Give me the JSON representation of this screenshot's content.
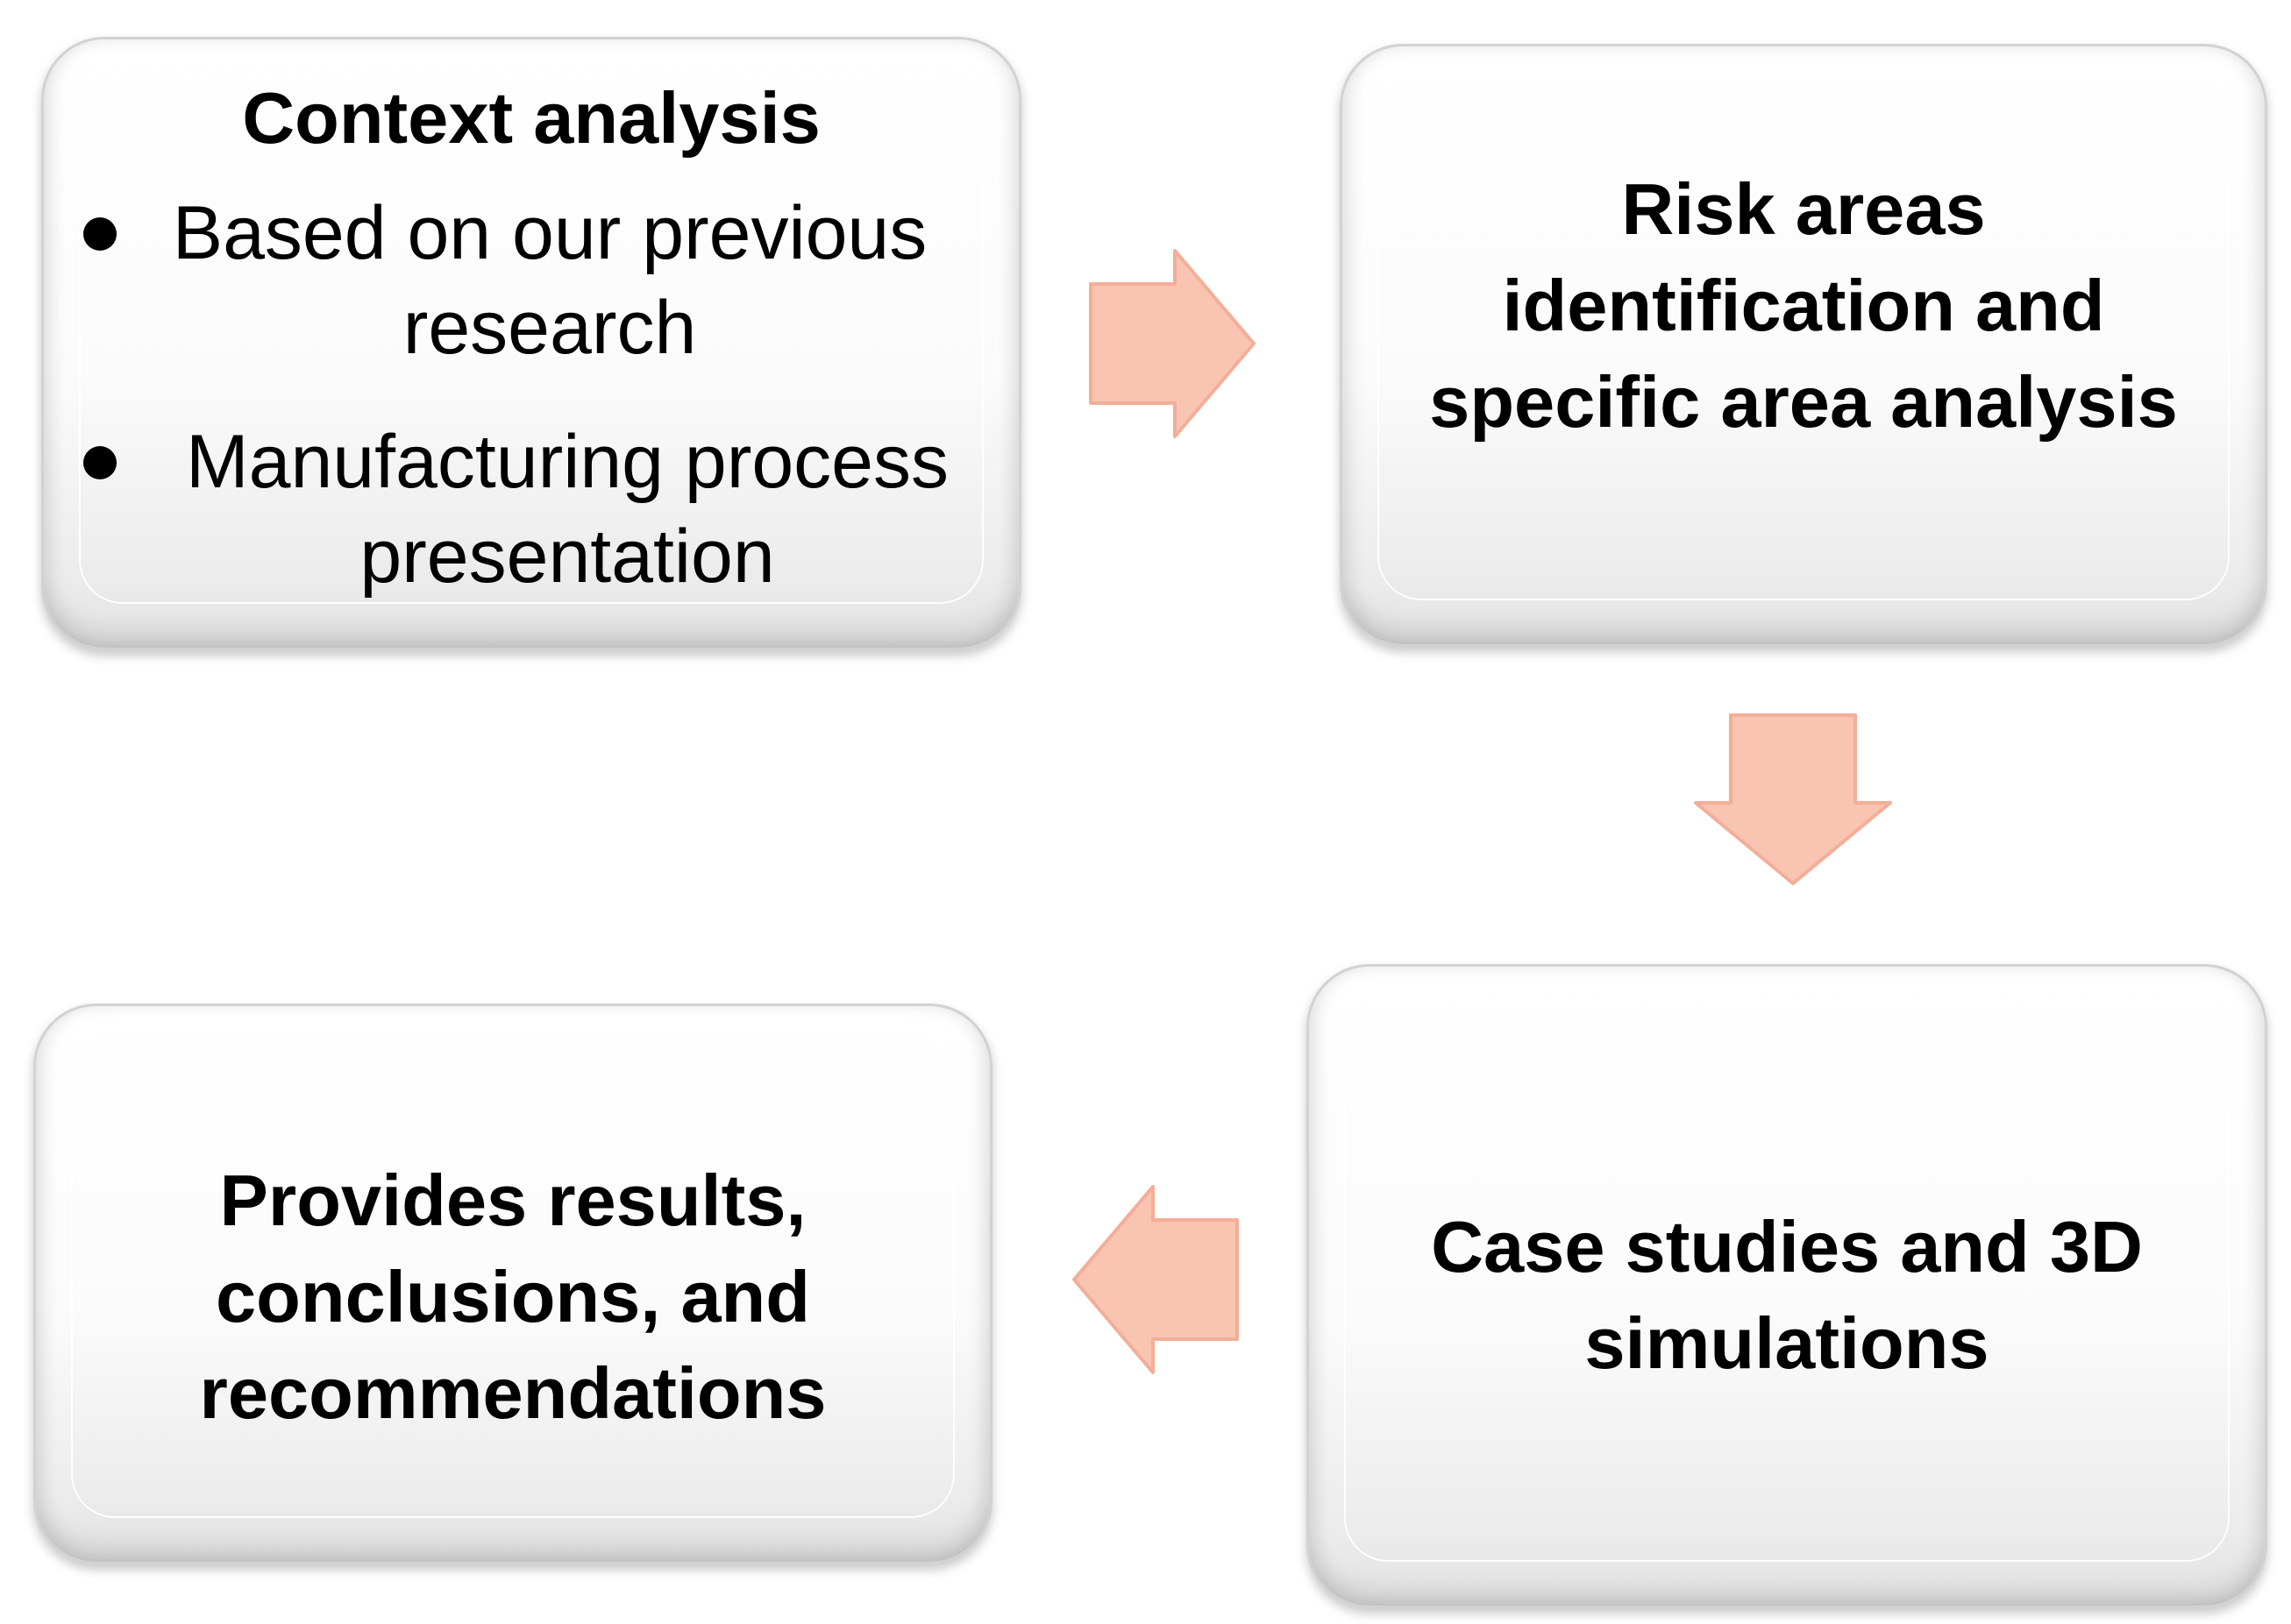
{
  "boxes": {
    "context": {
      "title": "Context analysis",
      "bullets": [
        "Based on our previous research",
        "Manufacturing process presentation"
      ]
    },
    "risk": {
      "line1": "Risk areas",
      "line2": "identification and",
      "line3": "specific area analysis"
    },
    "case": {
      "line1": "Case studies and 3D",
      "line2": "simulations"
    },
    "results": {
      "line1": "Provides results,",
      "line2": "conclusions, and",
      "line3": "recommendations"
    }
  },
  "arrows": [
    {
      "name": "arrow-right-icon",
      "direction": "right",
      "color": "#f9c4b2"
    },
    {
      "name": "arrow-down-icon",
      "direction": "down",
      "color": "#f9c4b2"
    },
    {
      "name": "arrow-left-icon",
      "direction": "left",
      "color": "#f9c4b2"
    }
  ],
  "colors": {
    "arrow_fill": "#f9c4b2",
    "arrow_edge": "#f3ae98",
    "box_border": "#d2d2d2",
    "text": "#000000"
  }
}
